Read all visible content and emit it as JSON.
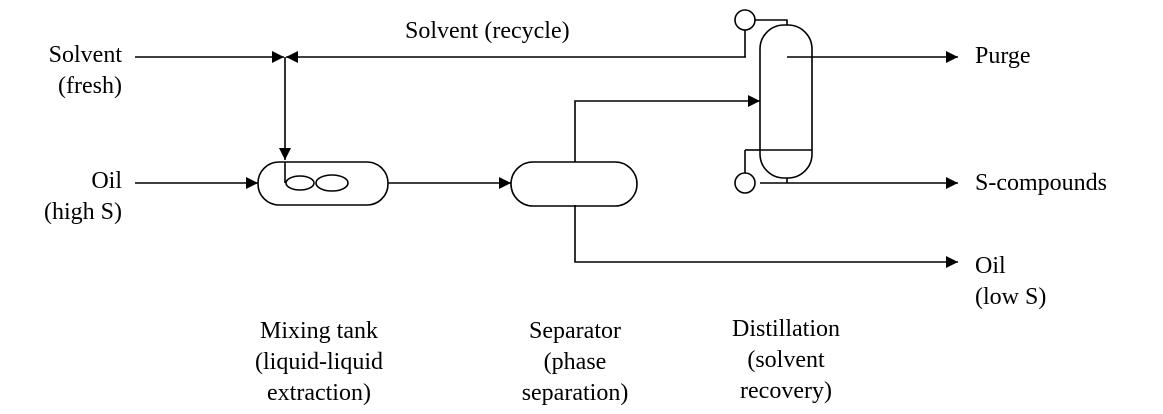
{
  "inputs": {
    "solvent_fresh": [
      "Solvent",
      "(fresh)"
    ],
    "oil_high_s": [
      "Oil",
      "(high S)"
    ]
  },
  "recycle_label": "Solvent (recycle)",
  "outputs": {
    "purge": "Purge",
    "s_compounds": "S-compounds",
    "oil_low_s": [
      "Oil",
      "(low S)"
    ]
  },
  "units": {
    "mixing_tank": [
      "Mixing tank",
      "(liquid-liquid",
      "extraction)"
    ],
    "separator": [
      "Separator",
      "(phase",
      "separation)"
    ],
    "distillation": [
      "Distillation",
      "(solvent",
      "recovery)"
    ]
  }
}
